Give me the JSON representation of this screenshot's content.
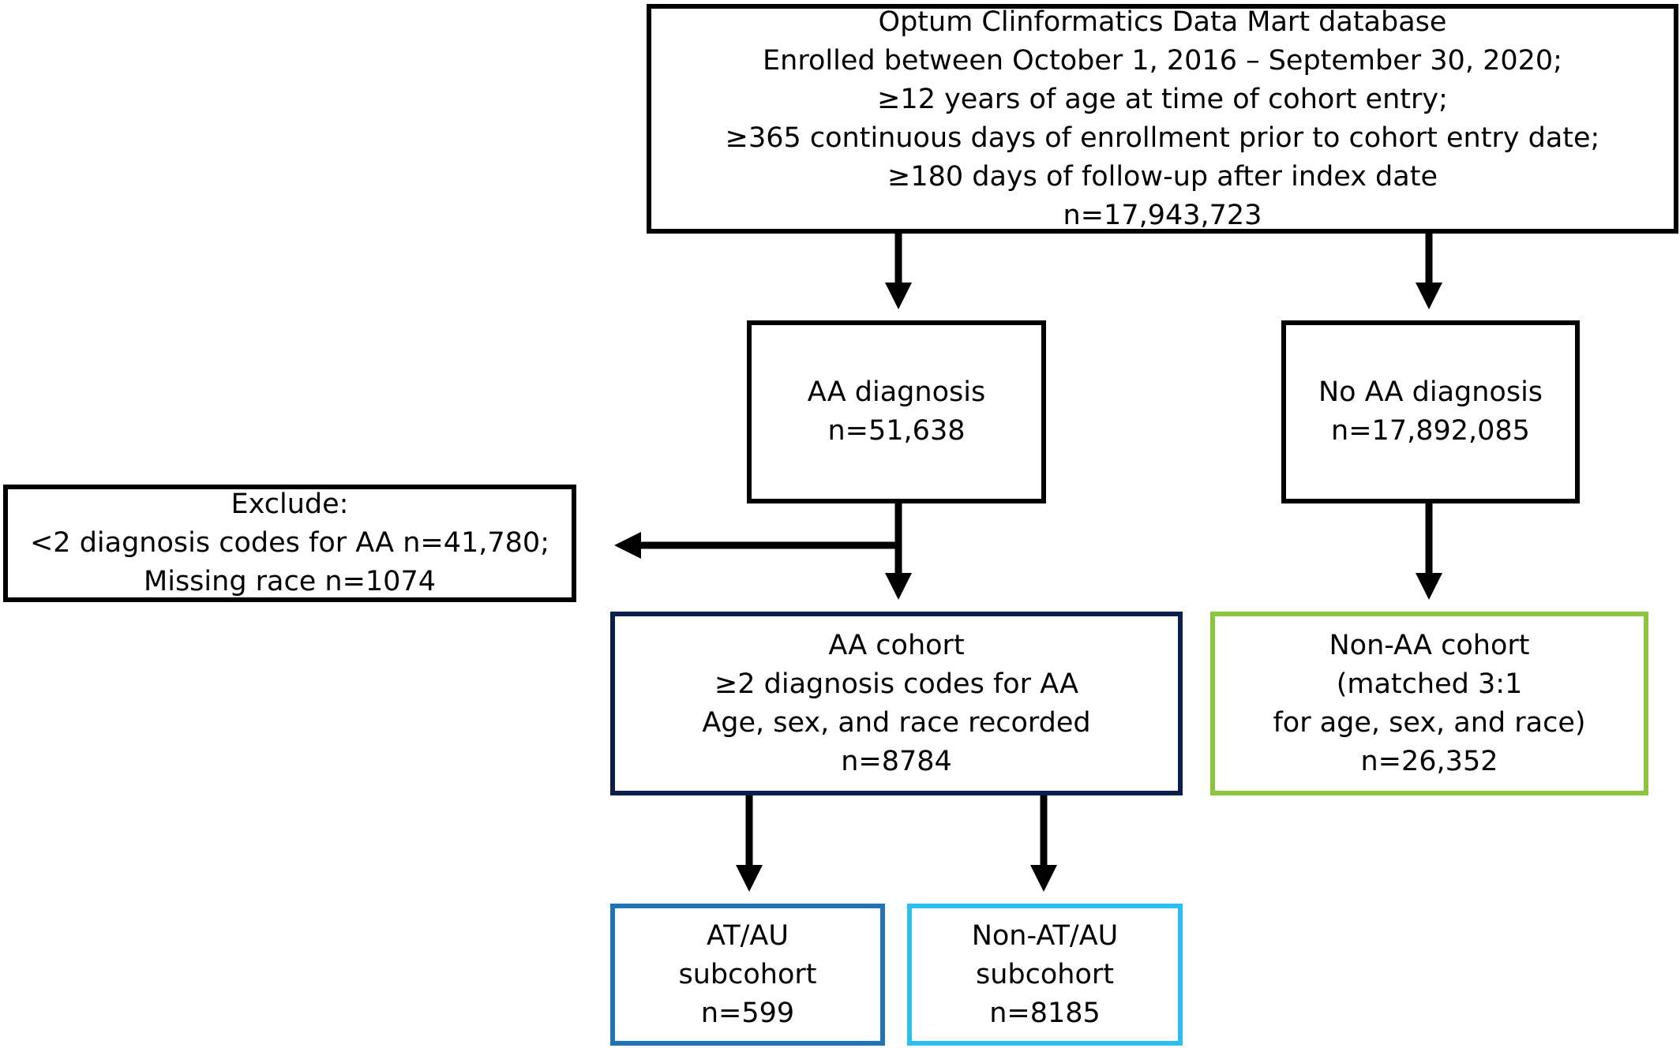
{
  "colors": {
    "black_border": "#000000",
    "aa_cohort_border": "#0b1f4f",
    "non_aa_cohort_border": "#8cc63f",
    "at_au_border": "#1f73b7",
    "non_at_au_border": "#29c0ef"
  },
  "source": {
    "lines": [
      "Optum Clinformatics Data Mart database",
      "Enrolled between October 1, 2016 – September 30, 2020;",
      "≥12 years of age at time of cohort entry;",
      "≥365 continuous days of enrollment prior to cohort entry date;",
      "≥180 days of follow-up after index date",
      "n=17,943,723"
    ]
  },
  "aa_diagnosis": {
    "lines": [
      "AA  diagnosis",
      "n=51,638"
    ]
  },
  "no_aa_diagnosis": {
    "lines": [
      "No AA  diagnosis",
      "n=17,892,085"
    ]
  },
  "exclude": {
    "lines": [
      "Exclude:",
      "<2 diagnosis codes for AA n=41,780;",
      "Missing  race n=1074"
    ]
  },
  "aa_cohort": {
    "lines": [
      "AA cohort",
      "≥2 diagnosis codes for AA",
      "Age, sex, and race recorded",
      "n=8784"
    ]
  },
  "non_aa_cohort": {
    "lines": [
      "Non-AA cohort",
      "(matched 3:1",
      "for age, sex, and race)",
      "n=26,352"
    ]
  },
  "at_au": {
    "lines": [
      "AT/AU",
      "subcohort",
      "n=599"
    ]
  },
  "non_at_au": {
    "lines": [
      "Non-AT/AU",
      "subcohort",
      "n=8185"
    ]
  }
}
